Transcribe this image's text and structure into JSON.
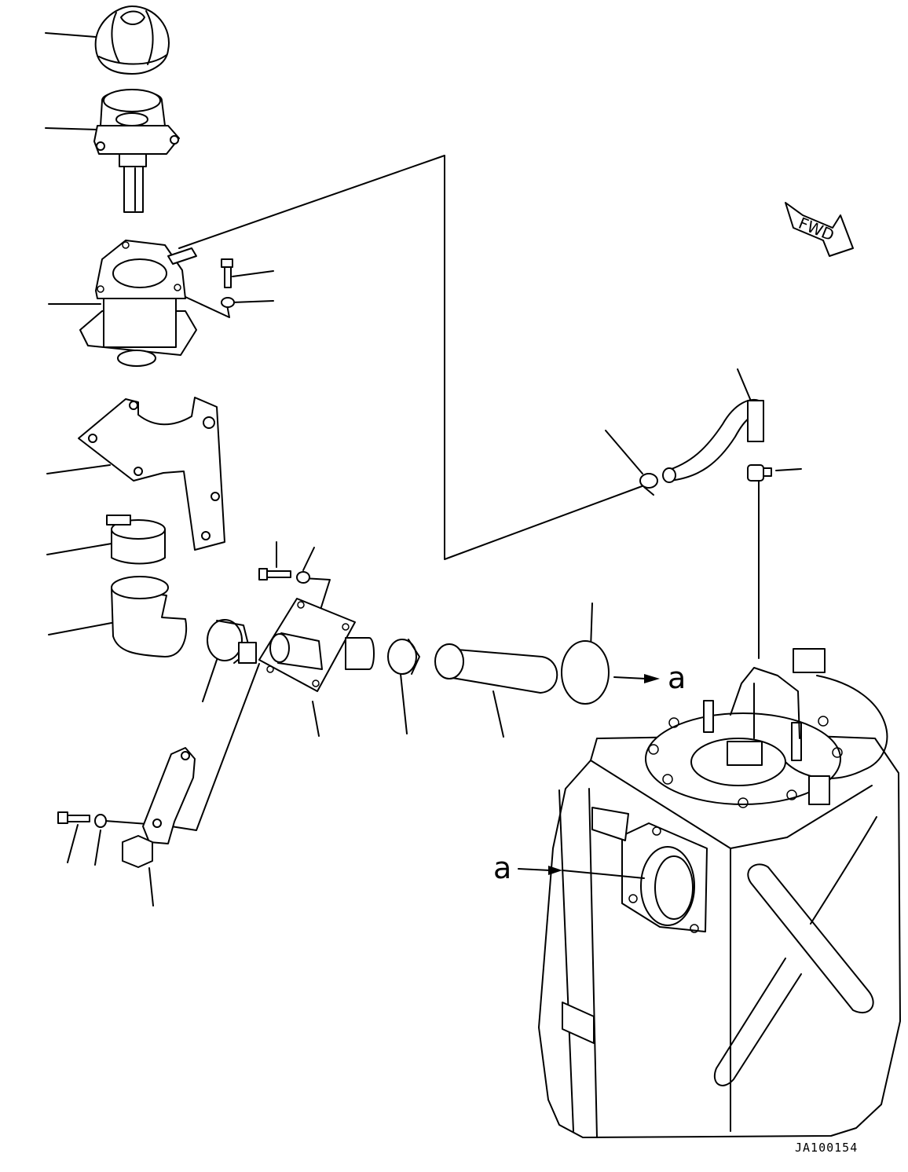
{
  "direction_marker": {
    "text": "FWD"
  },
  "callout_a_top": "a",
  "callout_a_tank": "a",
  "drawing_code": "JA100154"
}
